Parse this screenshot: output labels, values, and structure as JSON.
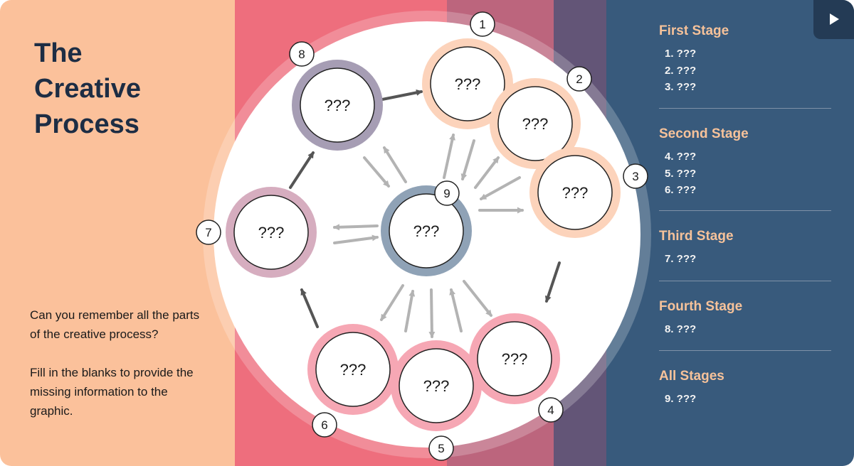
{
  "title_lines": [
    "The",
    "Creative",
    "Process"
  ],
  "instructions": [
    "Can you remember all the parts of the creative process?",
    "Fill in the blanks to provide the missing information to the graphic."
  ],
  "nodes": [
    {
      "number": "1",
      "label": "???",
      "ring_color": "#fcd3bb"
    },
    {
      "number": "2",
      "label": "???",
      "ring_color": "#fcd3bb"
    },
    {
      "number": "3",
      "label": "???",
      "ring_color": "#fcd3bb"
    },
    {
      "number": "4",
      "label": "???",
      "ring_color": "#f6a7b4"
    },
    {
      "number": "5",
      "label": "???",
      "ring_color": "#f6a7b4"
    },
    {
      "number": "6",
      "label": "???",
      "ring_color": "#f6a7b4"
    },
    {
      "number": "7",
      "label": "???",
      "ring_color": "#d6adbf"
    },
    {
      "number": "8",
      "label": "???",
      "ring_color": "#a69db4"
    },
    {
      "number": "9",
      "label": "???",
      "ring_color": "#8fa2b6"
    }
  ],
  "stages": [
    {
      "title": "First Stage",
      "items": [
        "1. ???",
        "2. ???",
        "3. ???"
      ]
    },
    {
      "title": "Second Stage",
      "items": [
        "4. ???",
        "5. ???",
        "6. ???"
      ]
    },
    {
      "title": "Third Stage",
      "items": [
        "7. ???"
      ]
    },
    {
      "title": "Fourth Stage",
      "items": [
        "8. ???"
      ]
    },
    {
      "title": "All Stages",
      "items": [
        "9. ???"
      ]
    }
  ],
  "icons": {
    "play": "play-icon"
  },
  "colors": {
    "left_panel": "#fbc19b",
    "red_band": "#ee6e7d",
    "right_panel": "#385a7c",
    "stage_title": "#f6c29a",
    "title_text": "#1d2d44"
  }
}
